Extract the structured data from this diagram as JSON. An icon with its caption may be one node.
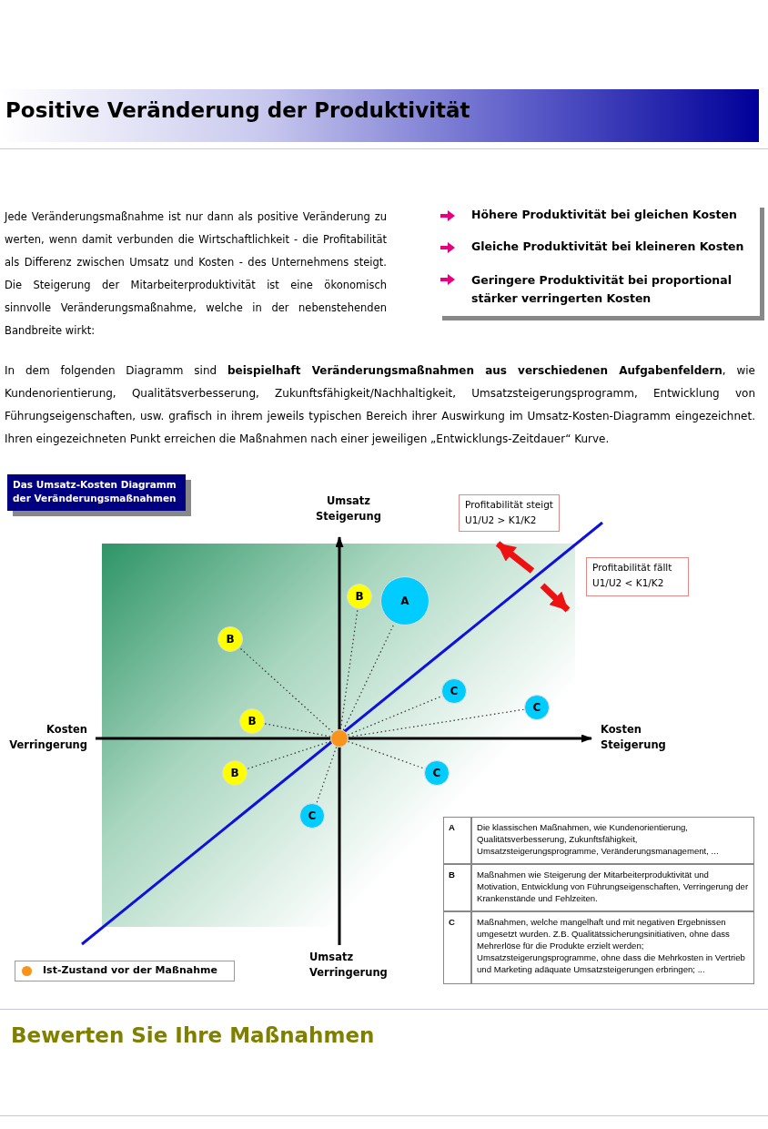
{
  "diagram": {
    "title": "Positive Veränderung der Produktivität",
    "nodes": [
      {
        "text": [
          "Das Umsatz-Kosten Diagramm der Veränderungsmaßnahmen"
        ]
      },
      {
        "text": [
          "Profitabilität steigt",
          "U1/U2 > K1/K2"
        ]
      },
      {
        "text": [
          "Profitabilität fällt",
          "U1/U2 < K1/K2"
        ]
      },
      {
        "text": [
          "B"
        ]
      },
      {
        "text": [
          "A"
        ]
      },
      {
        "text": [
          "B"
        ]
      },
      {
        "text": [
          "C"
        ]
      },
      {
        "text": [
          "C"
        ]
      },
      {
        "text": [
          "B"
        ]
      },
      {
        "text": [],
        "shape": "circle"
      },
      {
        "text": [
          "B"
        ]
      },
      {
        "text": [
          "C"
        ]
      },
      {
        "text": [
          "C"
        ]
      }
    ],
    "edges": [
      {
        "from": 9,
        "to": 3,
        "arrow": "none",
        "style": "dashed"
      },
      {
        "from": 9,
        "to": 4,
        "arrow": "none",
        "style": "dashed"
      },
      {
        "from": 9,
        "to": 5,
        "arrow": "none",
        "style": "dashed"
      },
      {
        "from": 9,
        "to": 6,
        "arrow": "none",
        "style": "dashed"
      },
      {
        "from": 9,
        "to": 7,
        "arrow": "none",
        "style": "dashed"
      },
      {
        "from": 9,
        "to": 8,
        "arrow": "none",
        "style": "dashed"
      },
      {
        "from": 9,
        "to": 10,
        "arrow": "none",
        "style": "dashed"
      },
      {
        "from": 9,
        "to": 11,
        "arrow": "none",
        "style": "dashed"
      },
      {
        "from": 9,
        "to": 12,
        "arrow": "none",
        "style": "dashed"
      }
    ],
    "labels": [
      "Jede Veränderungsmaßnahme ist nur dann als positive Veränderung zu werten, wenn damit verbunden die Wirtschaftlichkeit - die Profitabilität als Differenz zwischen Umsatz und Kosten - des Unternehmens steigt. Die Steigerung der Mitarbeiterproduktivität ist eine ökonomisch sinnvolle Veränderungsmaßnahme, welche in der nebenstehenden Bandbreite wirkt:",
      "Höhere Produktivität bei gleichen Kosten",
      "Gleiche Produktivität bei kleineren Kosten",
      "Geringere Produktivität bei proportional stärker verringerten Kosten",
      "In dem folgenden Diagramm sind **beispielhaft Veränderungsmaßnahmen aus verschiedenen Aufgabenfeldern**, wie Kundenorientierung, Qualitätsverbesserung, Zukunftsfähigkeit/Nachhaltigkeit, Umsatzsteigerungsprogramm, Entwicklung von Führungseigenschaften, usw. grafisch in ihrem jeweils typischen Bereich ihrer Auswirkung im Umsatz-Kosten-Diagramm eingezeichnet.  Ihren eingezeichneten Punkt erreichen die Maßnahmen nach einer jeweiligen „Entwicklungs-Zeitdauer“ Kurve.",
      "Umsatz Steigerung",
      "Kosten Verringerung",
      "Kosten Steigerung",
      "Umsatz Verringerung",
      "A",
      "Die klassischen Maßnahmen, wie Kundenorientierung, Qualitätsverbesserung, Zukunftsfähigkeit, Umsatzsteigerungsprogramme, Veränderungsmanagement, ...",
      "B",
      "Maßnahmen wie Steigerung der Mitarbeiterproduktivität und Motivation, Entwicklung von Führungseigenschaften, Verringerung der Krankenstände und Fehlzeiten.",
      "C",
      "Maßnahmen, welche mangelhaft und mit negativen Ergebnissen umgesetzt wurden. Z.B. Qualitätssicherungsinitiativen, ohne dass Mehrerlöse für die Produkte erzielt werden; Umsatzsteigerungsprogramme, ohne dass die Mehrkosten in Vertrieb und Marketing adäquate Umsatzsteigerungen erbringen; ...",
      "Bewerten Sie Ihre Maßnahmen"
    ],
    "legend": [
      {
        "text": "Ist-Zustand vor der Maßnahme",
        "color": "#f7941d"
      }
    ]
  }
}
